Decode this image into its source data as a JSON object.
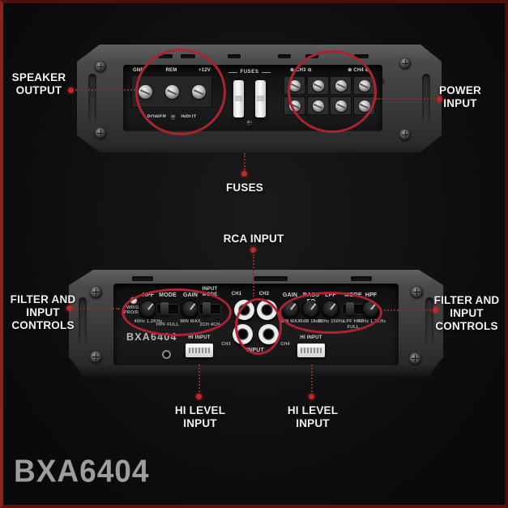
{
  "product": {
    "model": "BXA6404"
  },
  "colors": {
    "accent_red": "#ab2430",
    "callout_text": "#f2f2f2",
    "model_text": "#9d9d9d",
    "panel_grey": "#3b3b3b"
  },
  "top_panel": {
    "power_block": {
      "labels": [
        "GND",
        "REM",
        "+12V"
      ],
      "caption_power": "POWER",
      "caption_input": "INPUT"
    },
    "fuses_label": "FUSES",
    "speaker_block": {
      "ch3_header": "⊕ CH3 ⊖",
      "ch4_header": "⊕ CH4 ⊖"
    }
  },
  "bottom_panel": {
    "left": {
      "led_label": "PWR/G\nPRO/R",
      "hpf_label": "HPF",
      "hpf_range": "40Hz 1.2KHz",
      "mode_label": "MODE",
      "mode_options": "HPF FULL",
      "gain_label": "GAIN",
      "gain_range": "MIN MAX",
      "input_mode_label": "INPUT\nMODE",
      "input_mode_options": "2CH 4CH"
    },
    "rca": {
      "ch1": "CH1",
      "ch2": "CH2",
      "ch3": "CH3",
      "ch4": "CH4",
      "caption": "INPUT"
    },
    "right": {
      "gain_label": "GAIN",
      "gain_range": "MIN MAX",
      "bass_label": "BASS EQ",
      "bass_range": "0dB 18dB",
      "lpf_label": "LPF",
      "lpf_range": "50Hz 250Hz",
      "mode_label": "MODE",
      "mode_options": "LPF HPF",
      "mode_full": "FULL",
      "hpf_label": "HPF",
      "hpf_range": "40Hz 1.2KHz"
    },
    "model_print": "BXA6404",
    "hi_input_left": "HI INPUT",
    "hi_input_right": "HI INPUT"
  },
  "callouts": {
    "speaker_output": "SPEAKER\nOUTPUT",
    "power_input": "POWER\nINPUT",
    "fuses": "FUSES",
    "rca_input": "RCA INPUT",
    "filter_left": "FILTER AND\nINPUT\nCONTROLS",
    "filter_right": "FILTER AND\nINPUT\nCONTROLS",
    "hi_level_left": "HI LEVEL\nINPUT",
    "hi_level_right": "HI LEVEL\nINPUT"
  },
  "footer": {
    "model": "BXA6404"
  }
}
